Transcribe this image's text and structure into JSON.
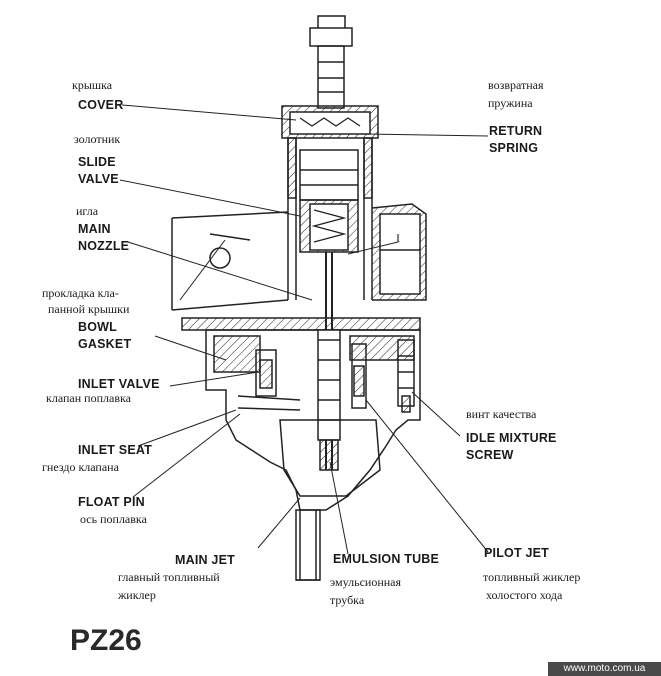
{
  "labels": {
    "cover_ru": "крышка",
    "cover_en": "COVER",
    "slide_ru": "золотник",
    "slide_en_1": "SLIDE",
    "slide_en_2": "VALVE",
    "needle_ru": "игла",
    "nozzle_en_1": "MAIN",
    "nozzle_en_2": "NOZZLE",
    "gasket_ru_1": "прокладка кла-",
    "gasket_ru_2": "панной крышки",
    "gasket_en_1": "BOWL",
    "gasket_en_2": "GASKET",
    "inlet_valve_en": "INLET VALVE",
    "inlet_valve_ru": "клапан поплавка",
    "inlet_seat_en": "INLET SEAT",
    "inlet_seat_ru": "гнездо клапана",
    "float_pin_en": "FLOAT PIN",
    "float_pin_ru": "ось поплавка",
    "main_jet_en": "MAIN JET",
    "main_jet_ru_1": "главный топливный",
    "main_jet_ru_2": "жиклер",
    "emulsion_en": "EMULSION TUBE",
    "emulsion_ru_1": "эмульсионная",
    "emulsion_ru_2": "трубка",
    "pilot_en": "PILOT JET",
    "pilot_ru_1": "топливный жиклер",
    "pilot_ru_2": "холостого хода",
    "idle_ru": "винт качества",
    "idle_en_1": "IDLE MIXTURE",
    "idle_en_2": "SCREW",
    "return_ru_1": "возвратная",
    "return_ru_2": "пружина",
    "return_en_1": "RETURN",
    "return_en_2": "SPRING",
    "part_mark": "I"
  },
  "model": "PZ26",
  "watermark": "www.moto.com.ua"
}
